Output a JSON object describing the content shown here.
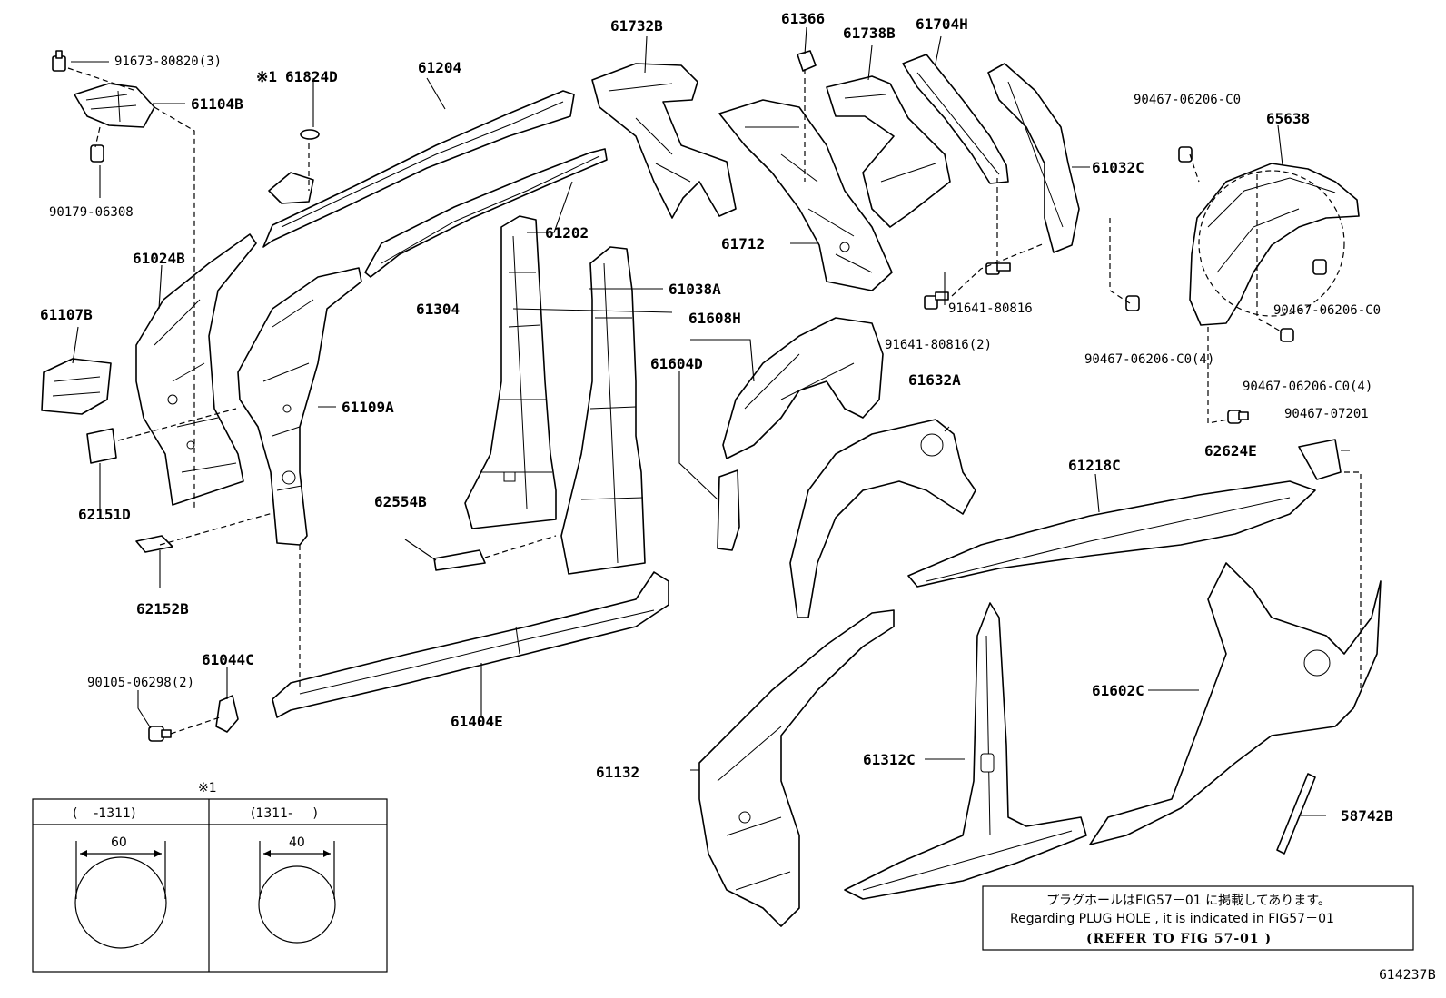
{
  "diagram_id": "614237B",
  "marker_symbol": "※1",
  "labels": {
    "p91673": "91673-80820(3)",
    "p61104B": "61104B",
    "p90179": "90179-06308",
    "p61824D": "61824D",
    "p61204": "61204",
    "p61024B": "61024B",
    "p61107B": "61107B",
    "p61202": "61202",
    "p61732B": "61732B",
    "p61366": "61366",
    "p61738B": "61738B",
    "p61704H": "61704H",
    "p61712": "61712",
    "p61032C": "61032C",
    "p90467_top": "90467-06206-C0",
    "p65638": "65638",
    "p61304": "61304",
    "p61038A": "61038A",
    "p61109A": "61109A",
    "p61608H": "61608H",
    "p61604D": "61604D",
    "p91641a": "91641-80816",
    "p91641b": "91641-80816(2)",
    "p90467_mid": "90467-06206-C0",
    "p90467_left4": "90467-06206-C0(4)",
    "p90467_right4": "90467-06206-C0(4)",
    "p90467_07201": "90467-07201",
    "p61632A": "61632A",
    "p62151D": "62151D",
    "p62554B": "62554B",
    "p62152B": "62152B",
    "p61218C": "61218C",
    "p62624E": "62624E",
    "p61044C": "61044C",
    "p90105": "90105-06298(2)",
    "p61404E": "61404E",
    "p61602C": "61602C",
    "p61132": "61132",
    "p61312C": "61312C",
    "p58742B": "58742B"
  },
  "table": {
    "marker": "※1",
    "col1_header": "(    -1311)",
    "col2_header": "(1311-     )",
    "col1_value": "60",
    "col2_value": "40"
  },
  "note": {
    "line1": "プラグホールはFIG57－01 に掲載してあります。",
    "line2": "Regarding PLUG HOLE , it is indicated in FIG57－01",
    "line3": "(REFER TO FIG 57-01 )"
  }
}
